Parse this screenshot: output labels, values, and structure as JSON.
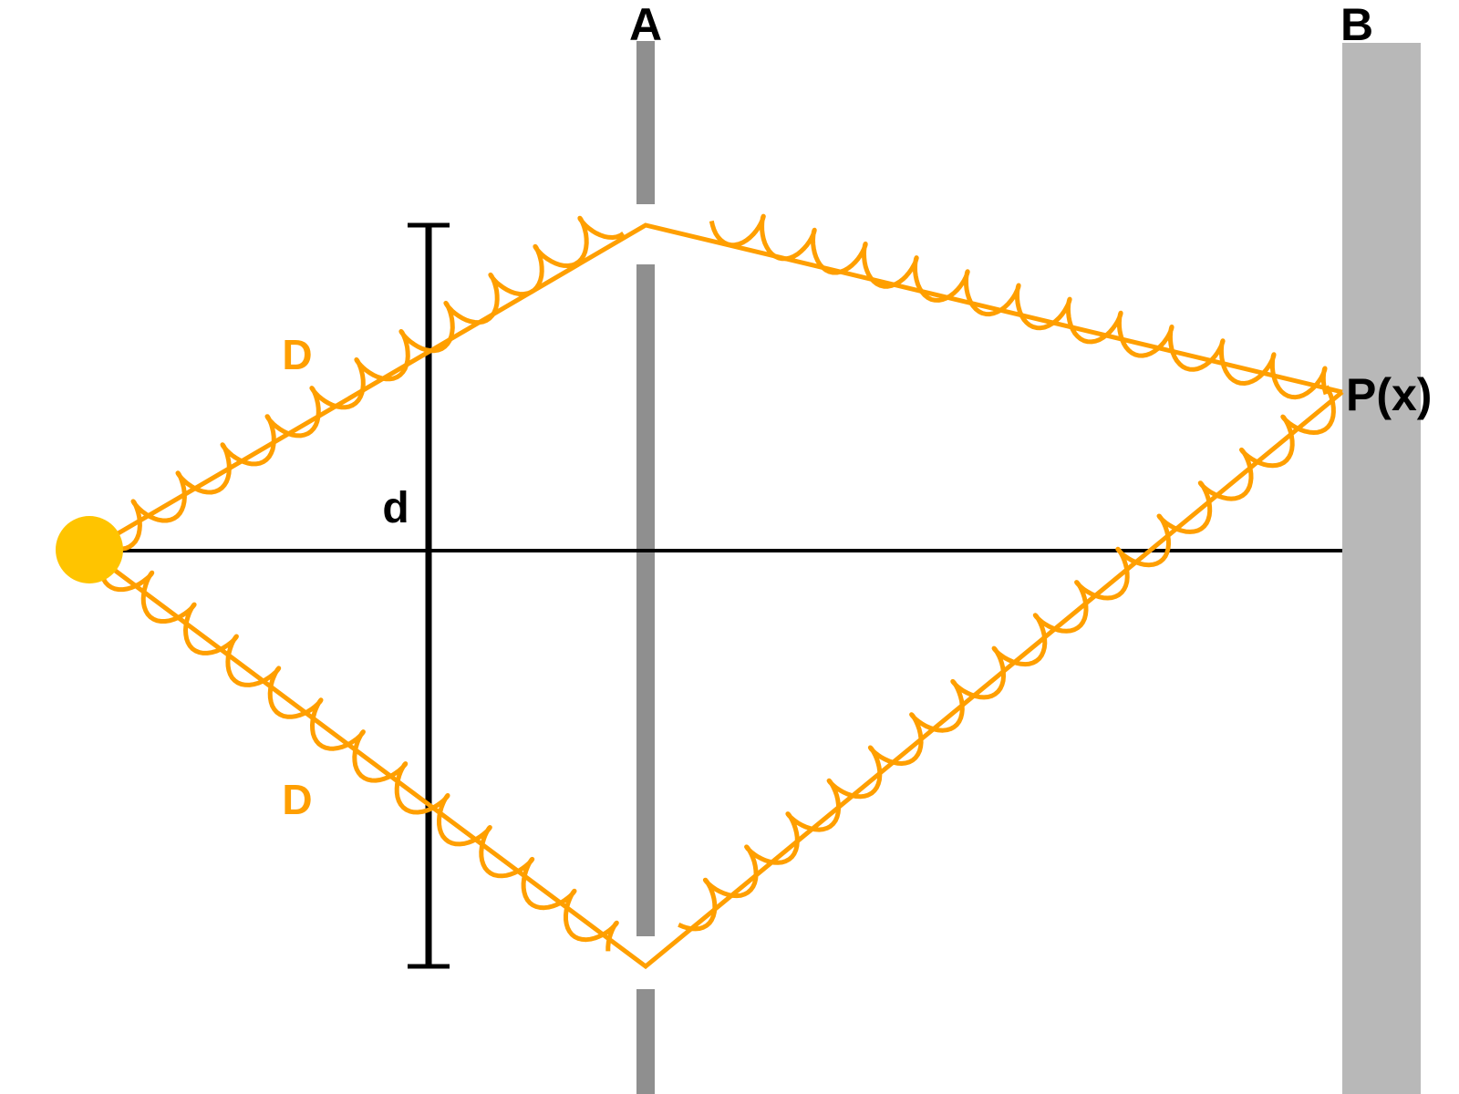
{
  "labels": {
    "barrier_a": "A",
    "screen_b": "B",
    "point": "P(x)",
    "slit_separation": "d",
    "path_upper": "D",
    "path_lower": "D"
  },
  "colors": {
    "photon_path": "#FF9F00",
    "source": "#FFC400",
    "barrier": "#8F8F8F",
    "screen": "#B8B8B8",
    "axis": "#000000"
  },
  "icons": {
    "source": "light-source-dot",
    "path": "wavy-photon-path"
  }
}
